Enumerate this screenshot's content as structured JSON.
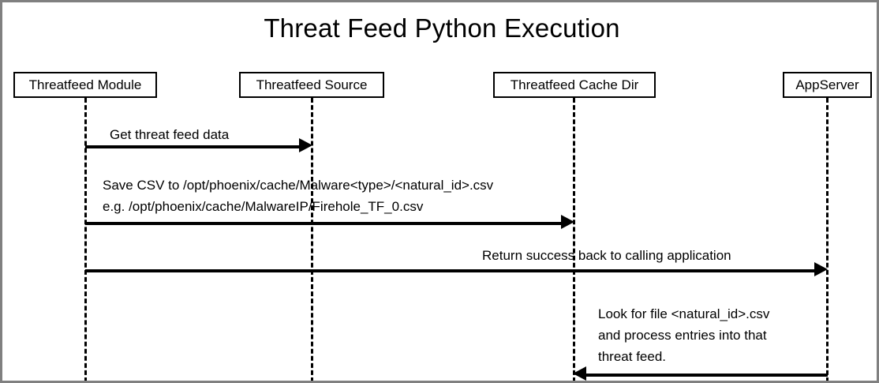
{
  "diagram": {
    "title": "Threat Feed Python Execution",
    "type": "sequence-diagram",
    "border_color": "#808080",
    "line_color": "#000000",
    "background_color": "#ffffff",
    "participants": [
      {
        "id": "threatfeed-module",
        "label": "Threatfeed Module"
      },
      {
        "id": "threatfeed-source",
        "label": "Threatfeed Source"
      },
      {
        "id": "threatfeed-cache-dir",
        "label": "Threatfeed Cache Dir"
      },
      {
        "id": "appserver",
        "label": "AppServer"
      }
    ],
    "messages": [
      {
        "id": "msg-get-threat-feed-data",
        "from": "threatfeed-module",
        "to": "threatfeed-source",
        "direction": "right",
        "lines": [
          "Get threat feed data"
        ]
      },
      {
        "id": "msg-save-csv",
        "from": "threatfeed-module",
        "to": "threatfeed-cache-dir",
        "direction": "right",
        "lines": [
          "Save CSV to /opt/phoenix/cache/Malware<type>/<natural_id>.csv",
          "e.g. /opt/phoenix/cache/MalwareIP/Firehole_TF_0.csv"
        ]
      },
      {
        "id": "msg-return-success",
        "from": "threatfeed-module",
        "to": "appserver",
        "direction": "right",
        "lines": [
          "Return success back to calling application"
        ]
      },
      {
        "id": "msg-look-for-file",
        "from": "appserver",
        "to": "threatfeed-cache-dir",
        "direction": "left",
        "lines": [
          "Look for file <natural_id>.csv",
          "and process entries into that",
          "threat feed."
        ]
      }
    ]
  }
}
